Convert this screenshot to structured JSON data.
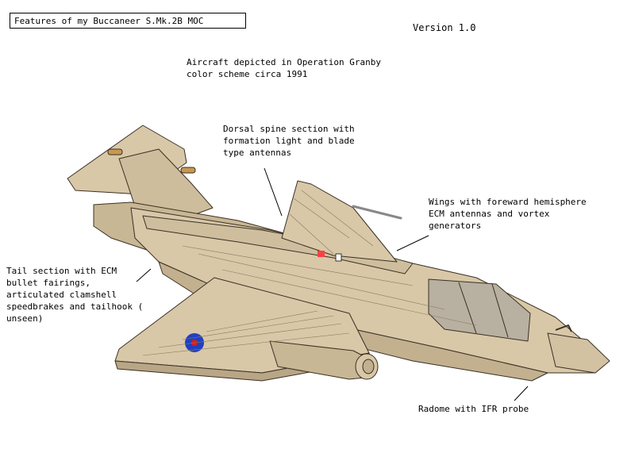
{
  "title": "Features of my Buccaneer S.Mk.2B MOC",
  "version": "Version 1.0",
  "notes": {
    "scheme": "Aircraft depicted in Operation Granby\ncolor scheme circa 1991",
    "spine": "Dorsal spine section with\nformation light and blade\ntype antennas",
    "wings": "Wings with foreward hemisphere\nECM antennas and vortex\ngenerators",
    "tail": "Tail section with ECM\nbullet fairings,\narticulated clamshell\nspeedbrakes and tailhook (\nunseen)",
    "radome": "Radome with IFR probe"
  },
  "colors": {
    "desert_pink": "#d8c8a8",
    "desert_shade": "#c2b08f",
    "outline": "#3a3025",
    "roundel_blue": "#2040c0",
    "roundel_red": "#d02020",
    "light_red": "#ff4040",
    "canopy": "#b8b0a0"
  }
}
